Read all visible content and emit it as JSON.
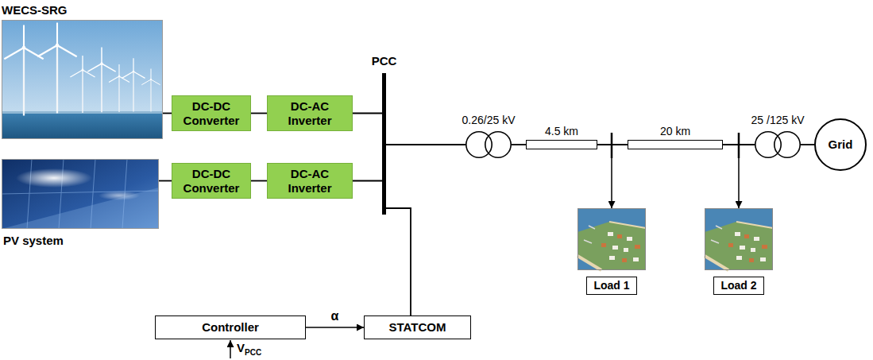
{
  "diagram": {
    "nodes": [
      {
        "text": [
          "WECS-SRG"
        ]
      },
      {
        "text": [
          "DC-DC Converter"
        ]
      },
      {
        "text": [
          "DC-AC Inverter"
        ]
      },
      {
        "text": [
          "PV system"
        ]
      },
      {
        "text": [
          "DC-DC Converter"
        ]
      },
      {
        "text": [
          "DC-AC Inverter"
        ]
      },
      {
        "text": [
          "PCC"
        ]
      },
      {
        "text": [
          "0.26/25 kV"
        ]
      },
      {
        "text": [
          "4.5 km"
        ]
      },
      {
        "text": [
          "20 km"
        ]
      },
      {
        "text": [
          "25 /125 kV"
        ]
      },
      {
        "text": [
          "Grid"
        ]
      },
      {
        "text": [
          "Load 1"
        ]
      },
      {
        "text": [
          "Load 2"
        ]
      },
      {
        "text": [
          "Controller"
        ]
      },
      {
        "text": [
          "STATCOM"
        ]
      }
    ],
    "edges": [
      {
        "from": 0,
        "to": 1,
        "arrow": "none"
      },
      {
        "from": 1,
        "to": 2,
        "arrow": "none"
      },
      {
        "from": 2,
        "to": 6,
        "arrow": "none"
      },
      {
        "from": 3,
        "to": 4,
        "arrow": "none"
      },
      {
        "from": 4,
        "to": 5,
        "arrow": "none"
      },
      {
        "from": 5,
        "to": 6,
        "arrow": "none"
      },
      {
        "from": 6,
        "to": 7,
        "arrow": "none"
      },
      {
        "from": 7,
        "to": 8,
        "arrow": "none"
      },
      {
        "from": 8,
        "to": 9,
        "arrow": "none"
      },
      {
        "from": 8,
        "to": 12,
        "arrow": "to"
      },
      {
        "from": 9,
        "to": 10,
        "arrow": "none"
      },
      {
        "from": 9,
        "to": 13,
        "arrow": "to"
      },
      {
        "from": 10,
        "to": 11,
        "arrow": "none"
      },
      {
        "from": 14,
        "to": 15,
        "label": "α",
        "arrow": "to"
      },
      {
        "from": 15,
        "to": 6,
        "arrow": "none"
      }
    ],
    "labels": [
      "V",
      "PCC"
    ]
  }
}
